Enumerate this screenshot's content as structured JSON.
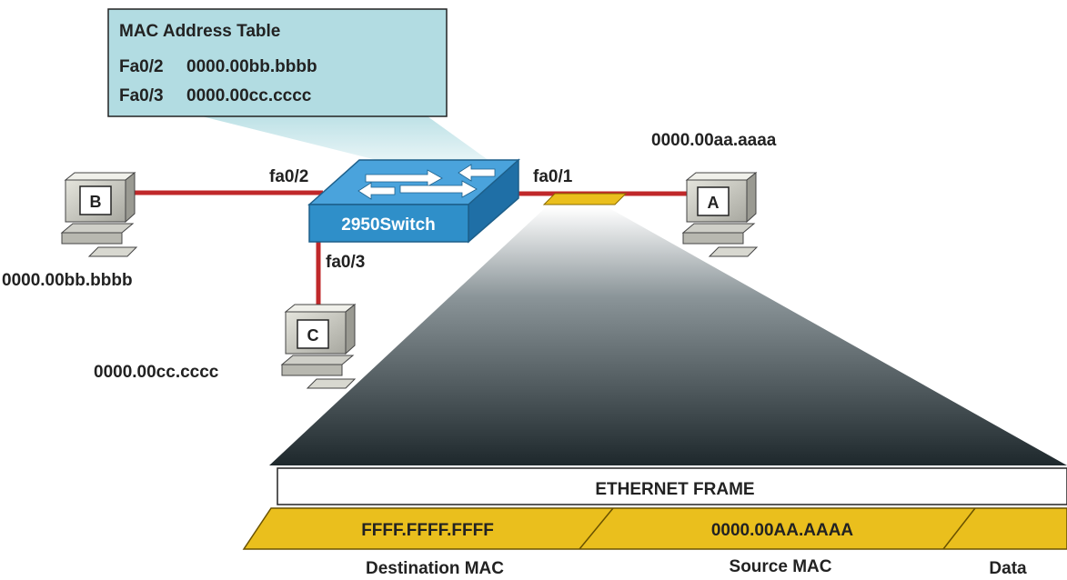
{
  "mac_table": {
    "title": "MAC Address Table",
    "entries": [
      {
        "port": "Fa0/2",
        "mac": "0000.00bb.bbbb"
      },
      {
        "port": "Fa0/3",
        "mac": "0000.00cc.cccc"
      }
    ]
  },
  "switch": {
    "label": "2950Switch"
  },
  "ports": {
    "p1": "fa0/1",
    "p2": "fa0/2",
    "p3": "fa0/3"
  },
  "hosts": {
    "a": {
      "letter": "A",
      "mac": "0000.00aa.aaaa"
    },
    "b": {
      "letter": "B",
      "mac": "0000.00bb.bbbb"
    },
    "c": {
      "letter": "C",
      "mac": "0000.00cc.cccc"
    }
  },
  "frame": {
    "title": "ETHERNET FRAME",
    "fields": [
      {
        "value": "FFFF.FFFF.FFFF",
        "caption": "Destination MAC"
      },
      {
        "value": "0000.00AA.AAAA",
        "caption": "Source MAC"
      },
      {
        "value": "",
        "caption": "Data"
      }
    ]
  },
  "colors": {
    "link": "#c0282a",
    "table_bg": "#b2dce2",
    "switch_blue": "#2f8fc9",
    "frame_gold": "#eabf1d"
  }
}
